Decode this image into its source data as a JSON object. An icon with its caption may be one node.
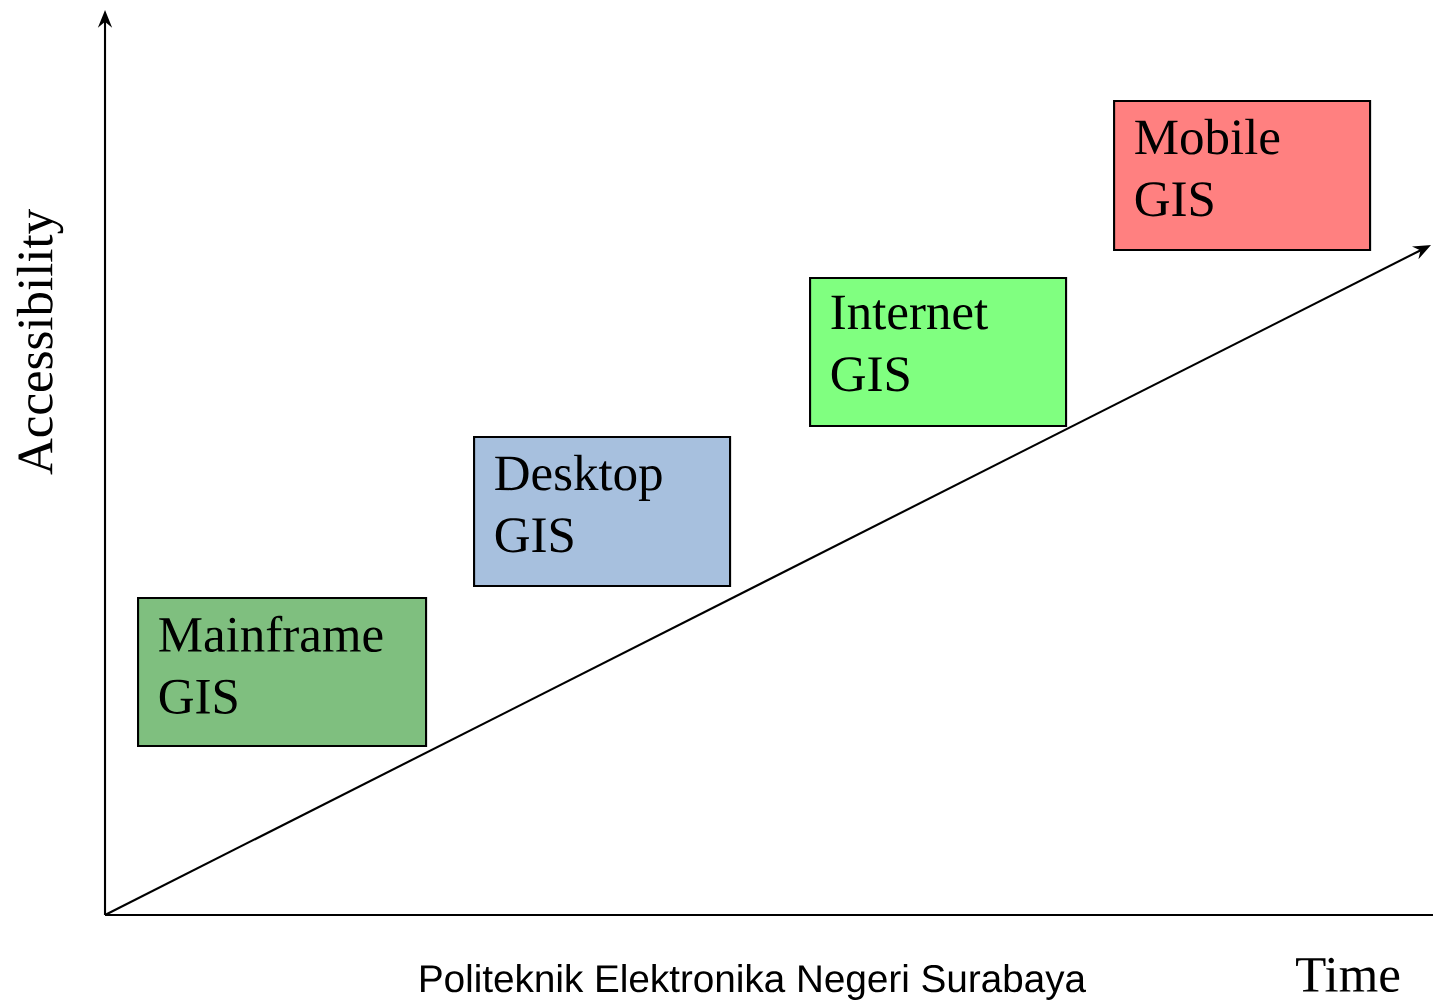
{
  "diagram": {
    "nodes": [
      {
        "text": [
          "Mainframe GIS"
        ]
      },
      {
        "text": [
          "Desktop GIS"
        ]
      },
      {
        "text": [
          "Internet GIS"
        ]
      },
      {
        "text": [
          "Mobile GIS"
        ]
      }
    ],
    "labels": [
      "Accessibility",
      "Time",
      "Politeknik Elektronika Negeri Surabaya"
    ]
  }
}
